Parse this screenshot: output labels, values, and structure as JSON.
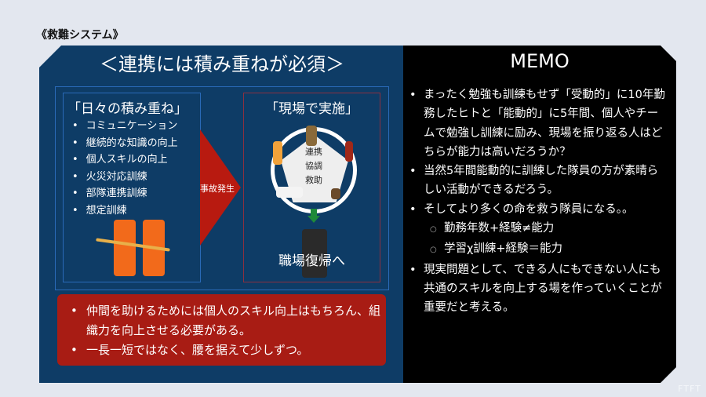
{
  "doc_title": "《救難システム》",
  "main_title": "＜連携には積み重ねが必須＞",
  "left_box": {
    "title": "「日々の積み重ね」",
    "items": [
      "コミュニケーション",
      "継続的な知識の向上",
      "個人スキルの向上",
      "火災対応訓練",
      "部隊連携訓練",
      "想定訓練"
    ]
  },
  "arrow_label": "事故発生",
  "right_box": {
    "title": "「現場で実施」",
    "center_words": [
      "連携",
      "協調",
      "救助"
    ],
    "return_label": "職場復帰へ"
  },
  "summary": [
    "仲間を助けるためには個人のスキル向上はもちろん、組織力を向上させる必要がある。",
    "一長一短ではなく、腰を据えて少しずつ。"
  ],
  "memo": {
    "title": "MEMO",
    "items": [
      "まったく勉強も訓練もせず「受動的」に10年勤務したヒトと「能動的」に5年間、個人やチームで勉強し訓練に励み、現場を振り返る人はどちらが能力は高いだろうか？",
      "当然5年間能動的に訓練した隊員の方が素晴らしい活動ができるだろう。",
      "そしてより多くの命を救う隊員になる。。",
      "勤務年数+経験≠能力",
      "学習χ訓練+経験＝能力",
      "現実問題として、できる人にもできない人にも共通のスキルを向上する場を作っていくことが重要だと考える。"
    ]
  },
  "watermark": "FTFT"
}
